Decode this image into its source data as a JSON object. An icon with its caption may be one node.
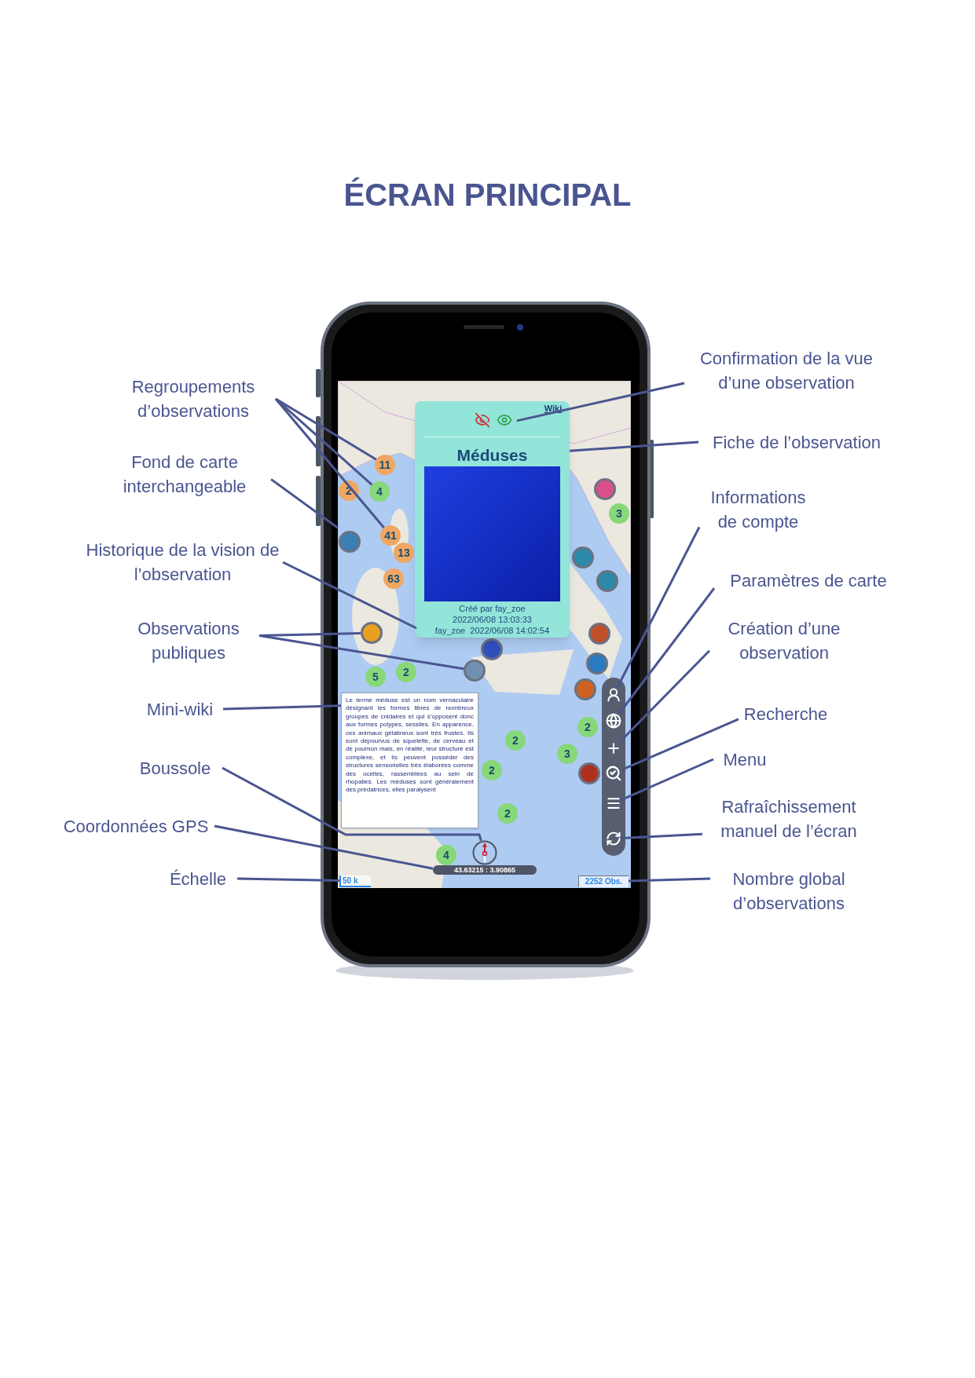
{
  "diagram": {
    "title": "ÉCRAN PRINCIPAL",
    "nodes": [
      {
        "text": [
          "Regroupements d’observations"
        ]
      },
      {
        "text": [
          "Confirmation de la vue d’une observation"
        ]
      },
      {
        "text": [
          "Fiche de l’observation"
        ]
      },
      {
        "text": [
          "Fond de carte interchangeable"
        ]
      },
      {
        "text": [
          "Informations de compte"
        ]
      },
      {
        "text": [
          "Historique de la vision de l’observation"
        ]
      },
      {
        "text": [
          "Paramètres de carte"
        ]
      },
      {
        "text": [
          "Observations publiques"
        ]
      },
      {
        "text": [
          "Création d’une observation"
        ]
      },
      {
        "text": [
          "Mini-wiki"
        ]
      },
      {
        "text": [
          "Recherche"
        ]
      },
      {
        "text": [
          "Boussole"
        ]
      },
      {
        "text": [
          "Menu"
        ]
      },
      {
        "text": [
          "Coordonnées GPS"
        ]
      },
      {
        "text": [
          "Rafraîchissement manuel de l’écran"
        ]
      },
      {
        "text": [
          "Échelle"
        ]
      },
      {
        "text": [
          "Nombre global d’observations"
        ]
      },
      {
        "text": [],
        "shape": "picture"
      },
      {
        "text": [
          "Wiki",
          "Méduses",
          "Créé par fay_zoe",
          "2022/06/08 13:03:33"
        ],
        "in": 17
      },
      {
        "text": [],
        "shape": "picture",
        "in": 18
      },
      {
        "text": [
          "fay_zoe  2022/06/08 14:02:54"
        ],
        "in": 18
      },
      {
        "text": [
          "11"
        ],
        "in": 17
      },
      {
        "text": [
          "2"
        ],
        "in": 17
      },
      {
        "text": [
          "4"
        ],
        "in": 17
      },
      {
        "text": [
          "3"
        ],
        "in": 17
      },
      {
        "text": [
          "41"
        ],
        "in": 17
      },
      {
        "text": [
          "13"
        ],
        "in": 17
      },
      {
        "text": [
          "63"
        ],
        "in": 17
      },
      {
        "text": [
          "2"
        ],
        "in": 17
      },
      {
        "text": [
          "5"
        ],
        "in": 17
      },
      {
        "text": [
          "2"
        ],
        "in": 17
      },
      {
        "text": [
          "2"
        ],
        "in": 17
      },
      {
        "text": [
          "3"
        ],
        "in": 17
      },
      {
        "text": [
          "2"
        ],
        "in": 17
      },
      {
        "text": [
          "2"
        ],
        "in": 17
      },
      {
        "text": [
          "4"
        ],
        "in": 17
      },
      {
        "text": [],
        "shape": "circle",
        "in": 17
      },
      {
        "text": [],
        "shape": "circle",
        "in": 17
      },
      {
        "text": [],
        "shape": "circle",
        "in": 17
      },
      {
        "text": [],
        "shape": "circle",
        "in": 17
      },
      {
        "text": [],
        "shape": "circle",
        "in": 17
      },
      {
        "text": [],
        "shape": "circle",
        "in": 17
      },
      {
        "text": [],
        "shape": "circle",
        "in": 17
      },
      {
        "text": [],
        "shape": "circle",
        "in": 17
      },
      {
        "text": [],
        "shape": "circle",
        "in": 17
      },
      {
        "text": [],
        "shape": "circle",
        "in": 17
      },
      {
        "text": [],
        "shape": "circle",
        "in": 17
      },
      {
        "text": [
          "Le terme méduse est un nom vernaculaire désignant les formes libres de nombreux groupes de cnidaires et qui s’opposent donc aux formes polypes, sessiles. En apparence, ces animaux gélatineux sont très frustes. Ils sont dépourvus de squelette, de cerveau et de poumon mais, en réalité, leur structure est complexe, et ils peuvent posséder des structures sensorielles très élaborées comme des ocelles, rassemblées au sein de rhopalies. Les méduses sont généralement des prédatrices, elles paralysent"
        ],
        "in": 17
      },
      {
        "text": [],
        "shape": "bar",
        "in": 17
      },
      {
        "text": [],
        "shape": "picture",
        "in": 48
      },
      {
        "text": [],
        "shape": "picture",
        "in": 48
      },
      {
        "text": [],
        "shape": "picture",
        "in": 48
      },
      {
        "text": [],
        "shape": "picture",
        "in": 48
      },
      {
        "text": [],
        "shape": "picture",
        "in": 48
      },
      {
        "text": [],
        "shape": "picture",
        "in": 48
      },
      {
        "text": [],
        "shape": "circle",
        "in": 17
      },
      {
        "text": [
          "43.63215 : 3.90865"
        ],
        "in": 17
      },
      {
        "text": [
          "50 k"
        ],
        "in": 17
      },
      {
        "text": [
          "2252 Obs."
        ],
        "in": 17
      }
    ],
    "edges": [
      {
        "from": 0,
        "to": 21,
        "arrow": "none"
      },
      {
        "from": 0,
        "to": 23,
        "arrow": "none"
      },
      {
        "from": 0,
        "to": 25,
        "arrow": "none"
      },
      {
        "from": 1,
        "to": 19,
        "arrow": "none"
      },
      {
        "from": 2,
        "to": 18,
        "arrow": "none"
      },
      {
        "from": 3,
        "to": 17,
        "arrow": "none"
      },
      {
        "from": 4,
        "to": 49,
        "arrow": "none"
      },
      {
        "from": 5,
        "to": 20,
        "arrow": "none"
      },
      {
        "from": 6,
        "to": 50,
        "arrow": "none"
      },
      {
        "from": 7,
        "to": 40,
        "arrow": "none"
      },
      {
        "from": 7,
        "to": 43,
        "arrow": "none"
      },
      {
        "from": 8,
        "to": 51,
        "arrow": "none"
      },
      {
        "from": 9,
        "to": 47,
        "arrow": "none"
      },
      {
        "from": 10,
        "to": 52,
        "arrow": "none"
      },
      {
        "from": 11,
        "to": 55,
        "arrow": "none"
      },
      {
        "from": 12,
        "to": 53,
        "arrow": "none"
      },
      {
        "from": 13,
        "to": 56,
        "arrow": "none"
      },
      {
        "from": 14,
        "to": 54,
        "arrow": "none"
      },
      {
        "from": 15,
        "to": 57,
        "arrow": "none"
      },
      {
        "from": 16,
        "to": 58,
        "arrow": "none"
      }
    ]
  }
}
